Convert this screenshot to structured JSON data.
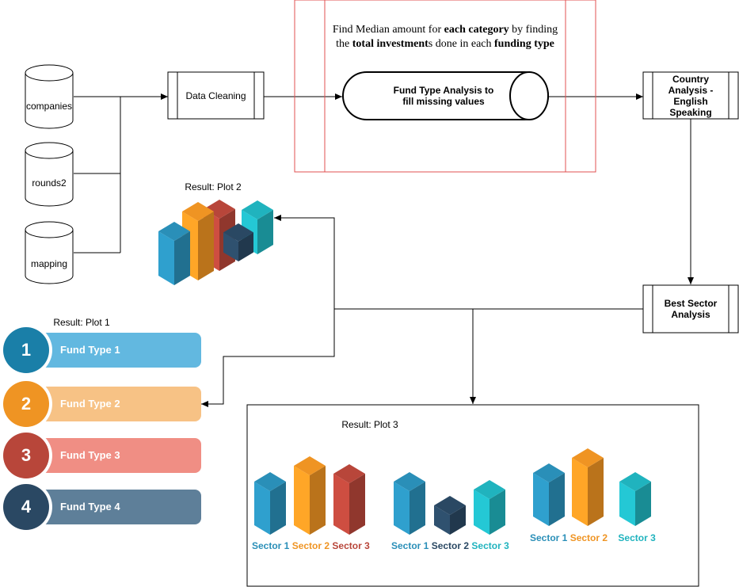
{
  "nodes": {
    "companies": "companies",
    "rounds2": "rounds2",
    "mapping": "mapping",
    "data_cleaning": "Data Cleaning",
    "fund_type_analysis": [
      "Fund Type Analysis to",
      "fill missing values"
    ],
    "country_analysis": [
      "Country",
      "Analysis -",
      "English",
      "Speaking"
    ],
    "best_sector": [
      "Best Sector",
      "Analysis"
    ]
  },
  "note": {
    "line1_a": "Find Median amount for ",
    "line1_b": "each category",
    "line1_c": " by finding",
    "line2_a": "the ",
    "line2_b": "total investment",
    "line2_c": "s done in each ",
    "line2_d": "funding type"
  },
  "results": {
    "plot1": "Result: Plot 1",
    "plot2": "Result: Plot 2",
    "plot3": "Result: Plot 3"
  },
  "fund_types": [
    {
      "num": "1",
      "label": "Fund Type 1",
      "circle": "#1a7fa8",
      "bar": "#62b8e0"
    },
    {
      "num": "2",
      "label": "Fund Type 2",
      "circle": "#ef9423",
      "bar": "#f7c285"
    },
    {
      "num": "3",
      "label": "Fund Type 3",
      "circle": "#b8463a",
      "bar": "#f08e84"
    },
    {
      "num": "4",
      "label": "Fund Type 4",
      "circle": "#2a4863",
      "bar": "#5e7f99"
    }
  ],
  "sector_groups": [
    {
      "labels": [
        {
          "text": "Sector 1",
          "color": "#2a8fb8"
        },
        {
          "text": "Sector 2",
          "color": "#ef9423"
        },
        {
          "text": "Sector 3",
          "color": "#b8463a"
        }
      ]
    },
    {
      "labels": [
        {
          "text": "Sector 1",
          "color": "#2a8fb8"
        },
        {
          "text": "Sector 2",
          "color": "#2a4863"
        },
        {
          "text": "Sector 3",
          "color": "#20b3be"
        }
      ]
    },
    {
      "labels": [
        {
          "text": "Sector 1",
          "color": "#2a8fb8"
        },
        {
          "text": "Sector 2",
          "color": "#ef9423"
        },
        {
          "text": "Sector 3",
          "color": "#20b3be"
        }
      ]
    }
  ],
  "colors": {
    "blue": "#2a8fb8",
    "orange": "#ef9423",
    "red": "#b8463a",
    "navy": "#2a4863",
    "teal": "#20b3be",
    "highlight_border": "#e05050"
  }
}
